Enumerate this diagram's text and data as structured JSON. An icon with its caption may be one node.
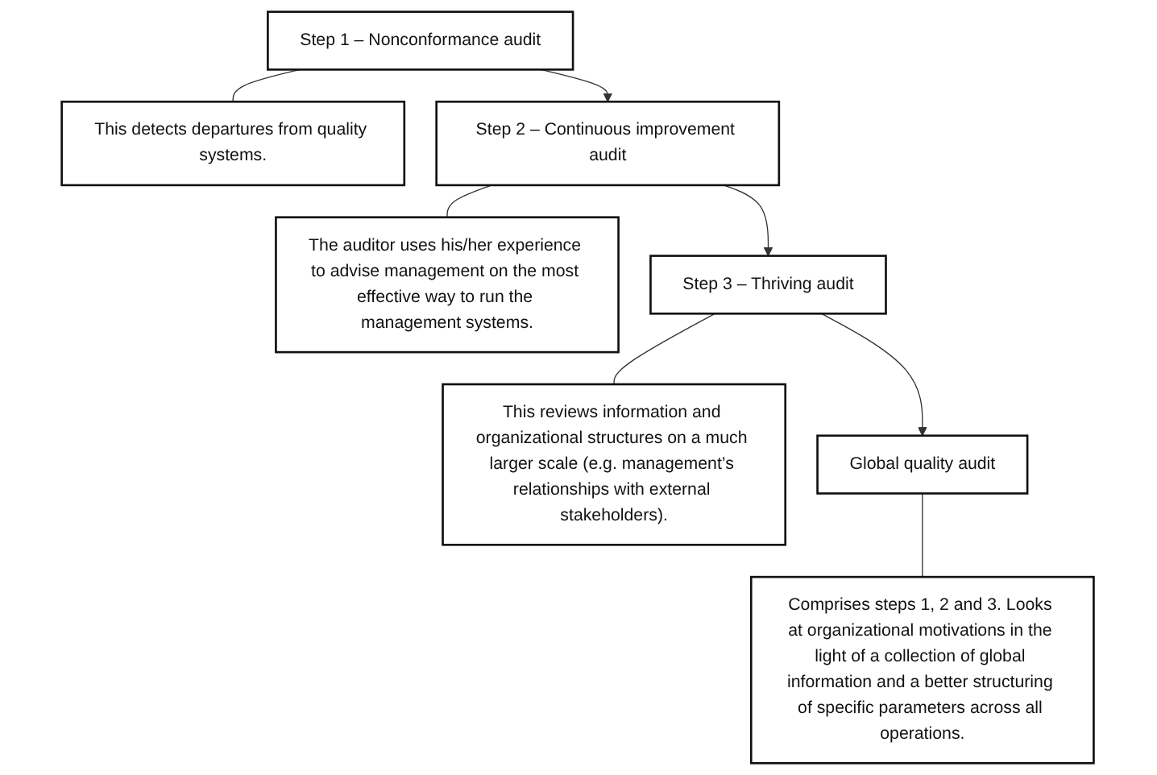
{
  "diagram": {
    "nodes": [
      {
        "text": [
          "Step 1 – Nonconformance audit"
        ]
      },
      {
        "text": [
          "This detects departures from quality systems."
        ]
      },
      {
        "text": [
          "Step 2 – Continuous improvement audit"
        ]
      },
      {
        "text": [
          "The auditor uses his/her experience to advise management on the most effective way to run the management systems."
        ]
      },
      {
        "text": [
          "Step 3 – Thriving audit"
        ]
      },
      {
        "text": [
          "This reviews information and organizational structures on a much larger scale (e.g. management’s relationships with external stakeholders)."
        ]
      },
      {
        "text": [
          "Global quality audit"
        ]
      },
      {
        "text": [
          "Comprises steps 1, 2 and 3. Looks at organizational motivations in the light of a collection of global information and a better structuring of specific parameters across all operations."
        ]
      }
    ],
    "edges": [
      {
        "from": 0,
        "to": 1,
        "arrow": "none"
      },
      {
        "from": 0,
        "to": 2,
        "arrow": "to"
      },
      {
        "from": 2,
        "to": 3,
        "arrow": "none"
      },
      {
        "from": 2,
        "to": 4,
        "arrow": "to"
      },
      {
        "from": 4,
        "to": 5,
        "arrow": "none"
      },
      {
        "from": 4,
        "to": 6,
        "arrow": "to"
      },
      {
        "from": 6,
        "to": 7,
        "arrow": "none"
      }
    ]
  }
}
